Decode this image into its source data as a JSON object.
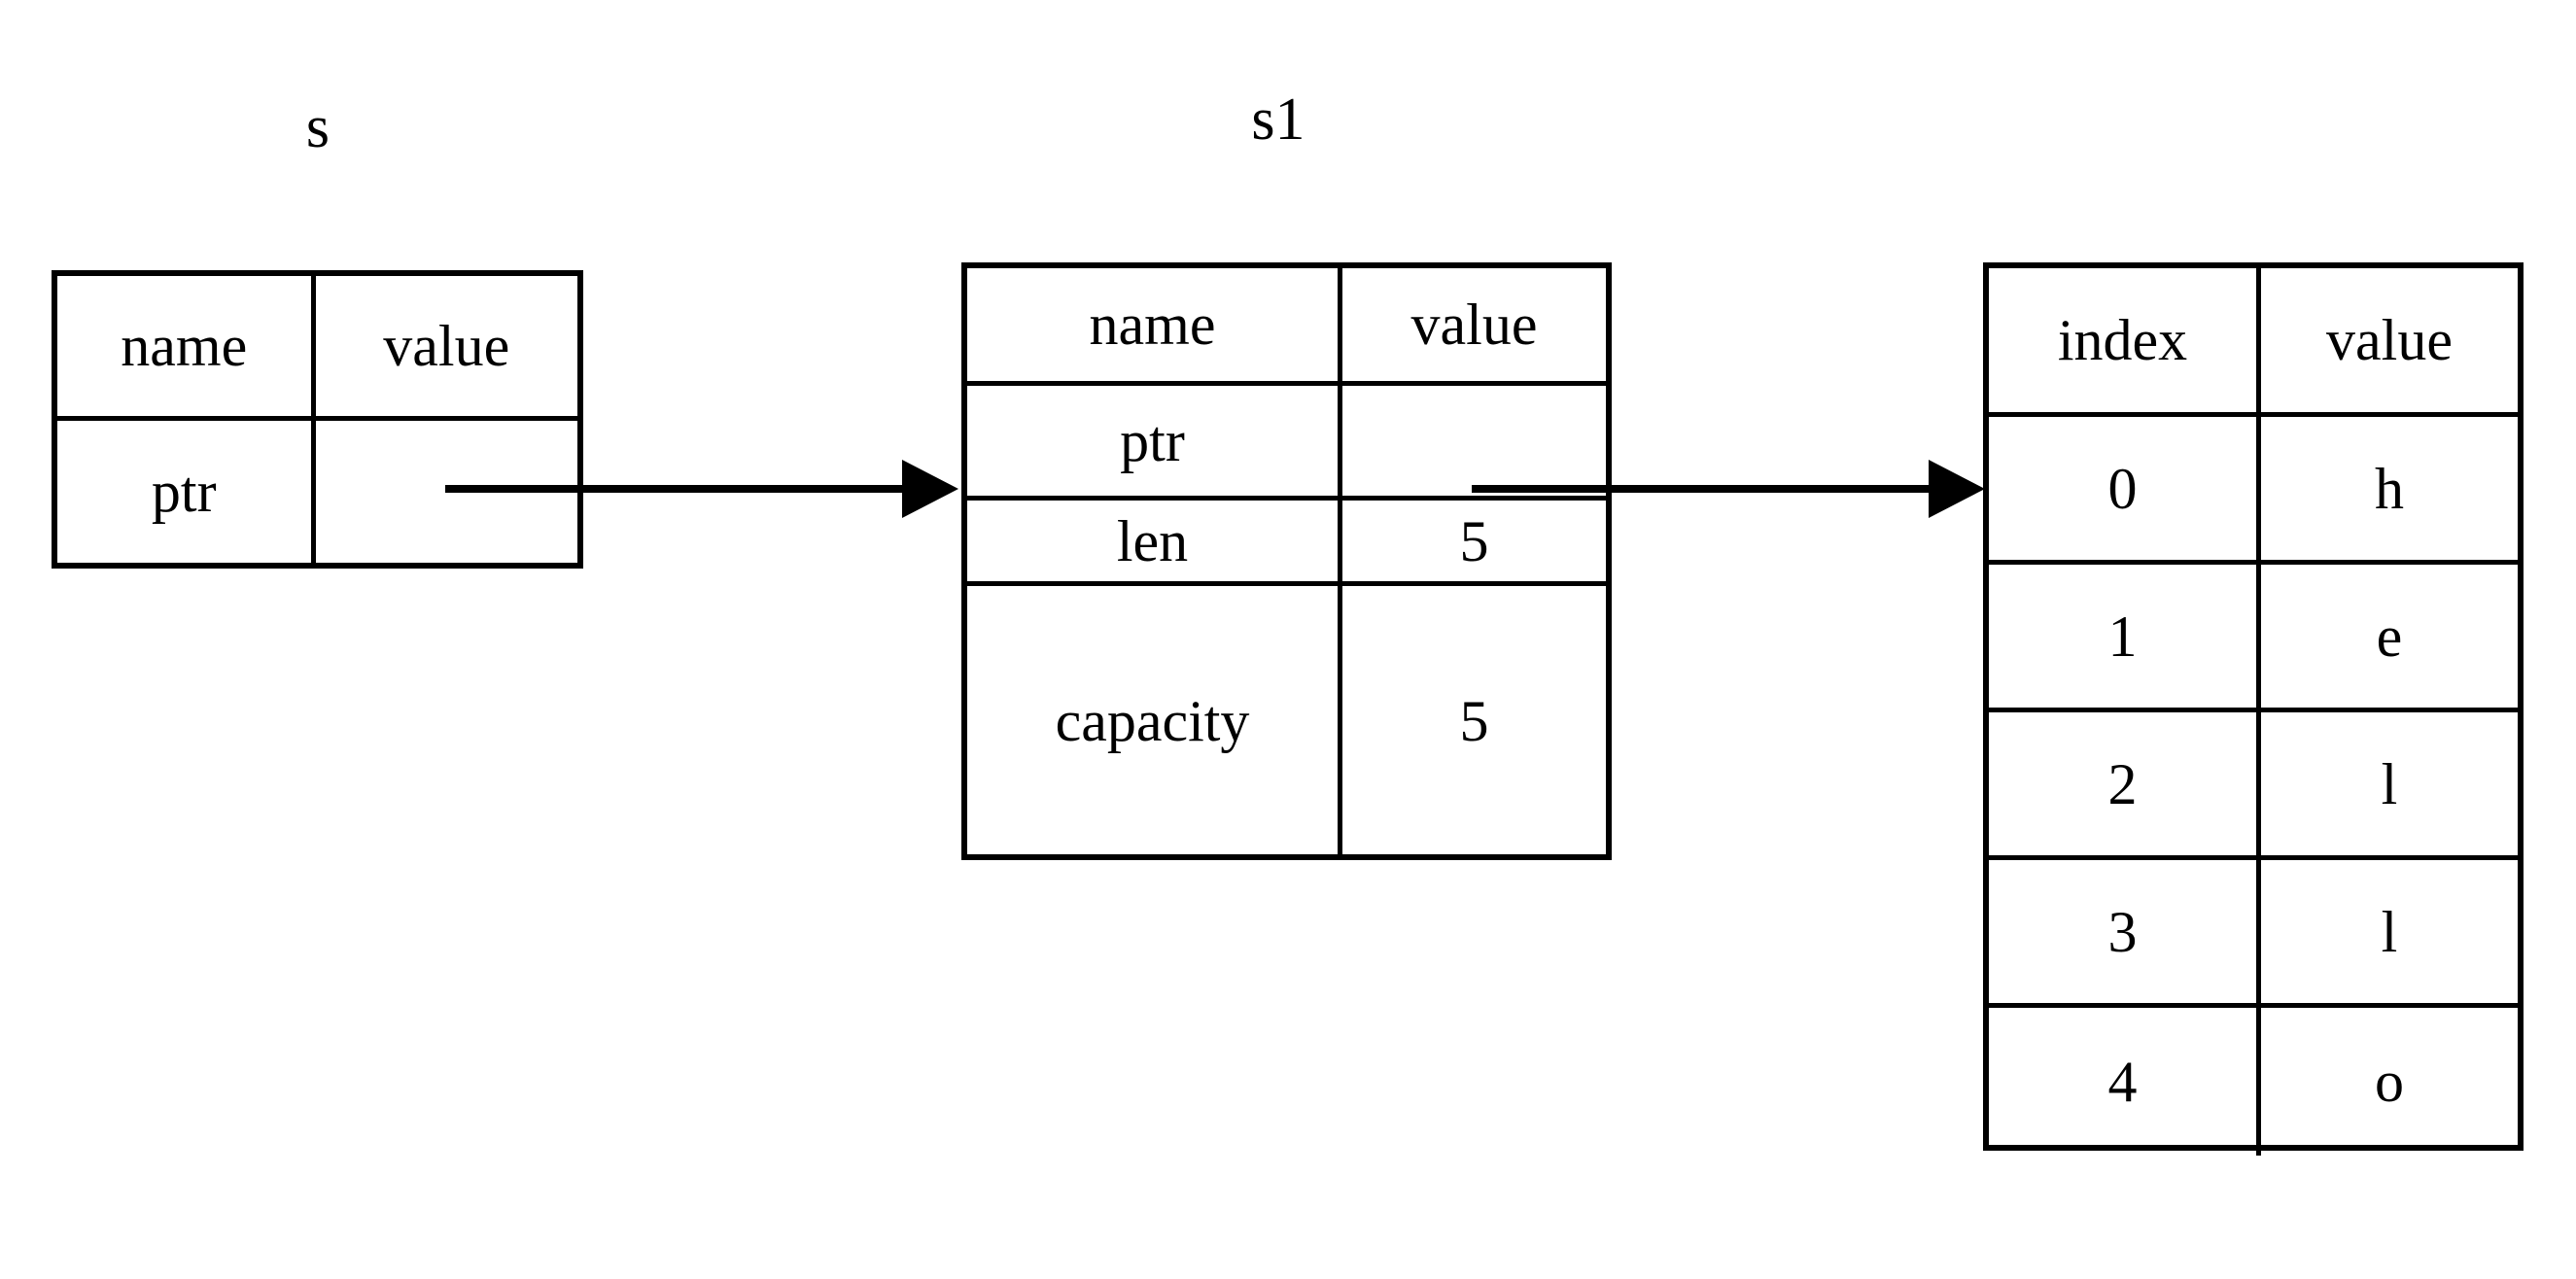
{
  "diagram": {
    "description": "Rust String reference diagram: s -> s1 -> heap byte buffer spelling hello",
    "ink_color": "#000000",
    "background_color": "#ffffff"
  },
  "tables": {
    "s": {
      "title": "s",
      "headers": [
        "name",
        "value"
      ],
      "rows": [
        {
          "name": "ptr",
          "value": ""
        }
      ]
    },
    "s1": {
      "title": "s1",
      "headers": [
        "name",
        "value"
      ],
      "rows": [
        {
          "name": "ptr",
          "value": ""
        },
        {
          "name": "len",
          "value": "5"
        },
        {
          "name": "capacity",
          "value": "5"
        }
      ]
    },
    "buffer": {
      "title": "",
      "headers": [
        "index",
        "value"
      ],
      "rows": [
        {
          "index": "0",
          "value": "h"
        },
        {
          "index": "1",
          "value": "e"
        },
        {
          "index": "2",
          "value": "l"
        },
        {
          "index": "3",
          "value": "l"
        },
        {
          "index": "4",
          "value": "o"
        }
      ]
    }
  },
  "arrows": [
    {
      "id": "s-ptr-to-s1",
      "from": "s.ptr.value",
      "to": "s1"
    },
    {
      "id": "s1-ptr-to-buffer",
      "from": "s1.ptr.value",
      "to": "buffer"
    }
  ]
}
